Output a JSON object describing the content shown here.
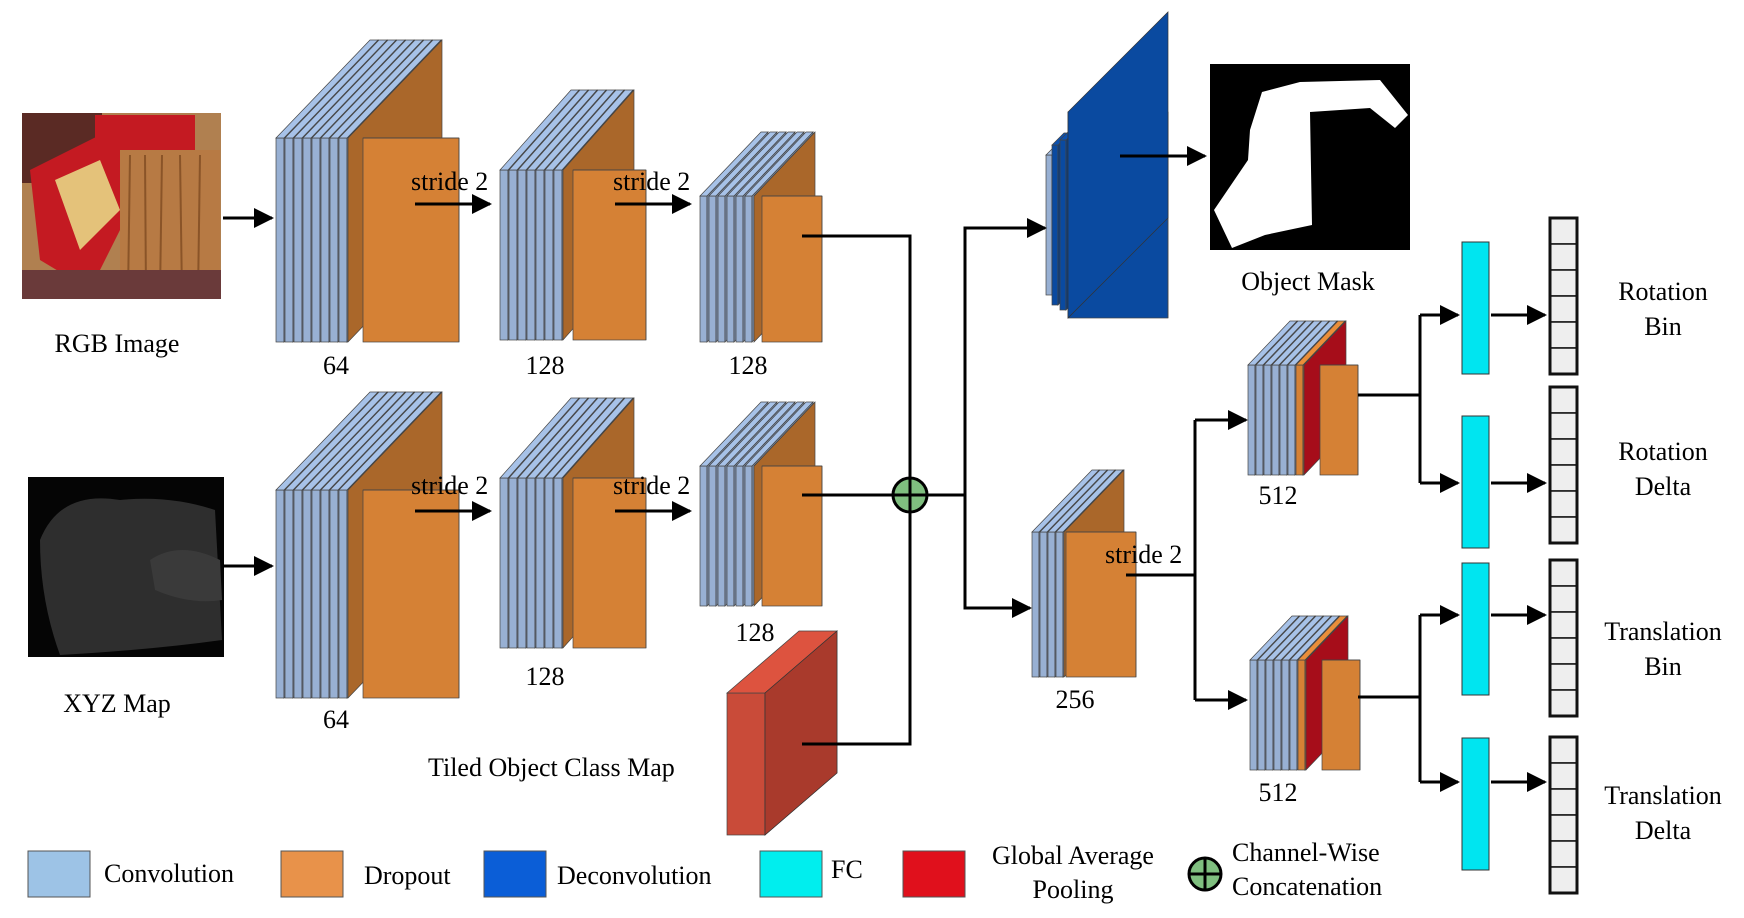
{
  "inputs": {
    "rgb_label": "RGB Image",
    "xyz_label": "XYZ Map",
    "class_map_label": "Tiled Object Class Map"
  },
  "encoder": {
    "rgb_channels": [
      "64",
      "128",
      "128"
    ],
    "xyz_channels": [
      "64",
      "128",
      "128"
    ],
    "stride_label": "stride 2"
  },
  "heads": {
    "mask_label": "Object Mask",
    "shared_channels": "256",
    "pose_channels": [
      "512",
      "512"
    ],
    "outputs": [
      "Rotation",
      "Bin",
      "Rotation",
      "Delta",
      "Translation",
      "Bin",
      "Translation",
      "Delta"
    ]
  },
  "legend": {
    "items": [
      "Convolution",
      "Dropout",
      "Deconvolution",
      "FC",
      "Global Average",
      "Pooling",
      "Channel-Wise",
      "Concatenation"
    ]
  },
  "colors": {
    "conv": "#98b0d3",
    "conv_legend": "#9dc3e6",
    "dropout": "#d58135",
    "dropout_legend": "#e8924a",
    "deconv": "#0a4aa0",
    "deconv_legend": "#0b5ed7",
    "fc": "#00e5f0",
    "gap": "#d01020",
    "concat": "#7fbf7f",
    "class_map": "#c94b39"
  },
  "icons": {
    "rgb_image": "rgb-photo-icon",
    "xyz_map": "depth-map-icon",
    "mask": "object-mask-icon",
    "concat": "circle-plus-icon"
  }
}
